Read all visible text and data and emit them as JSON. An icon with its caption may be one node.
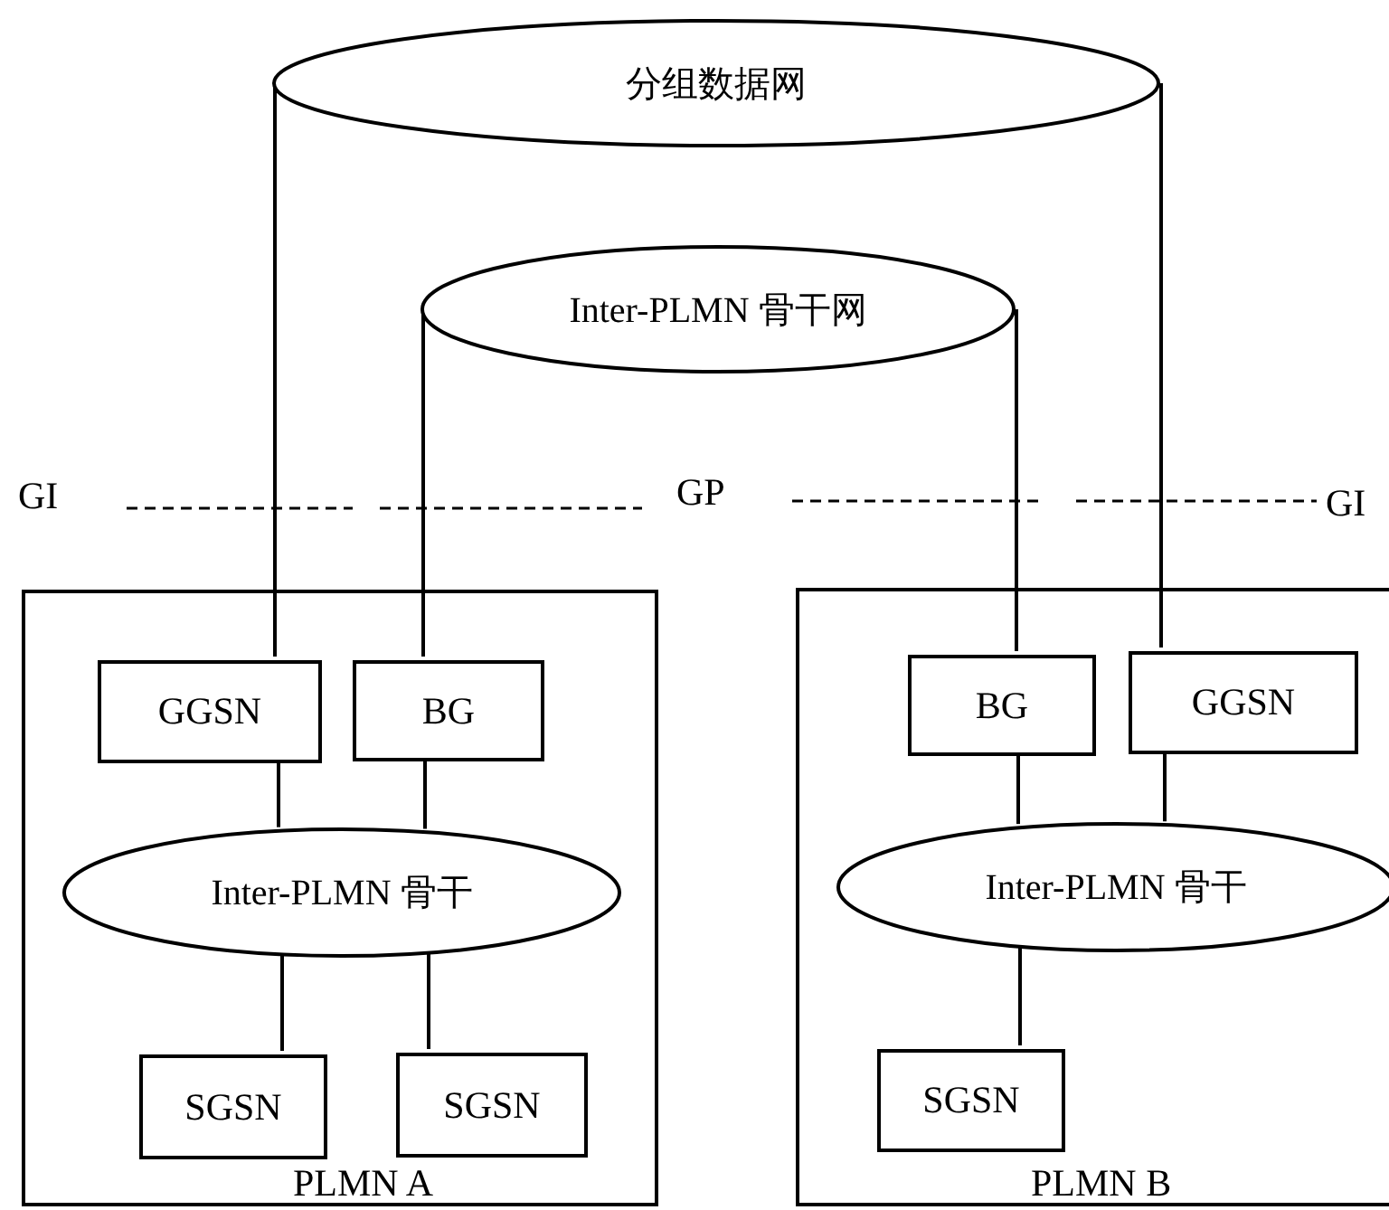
{
  "diagram": {
    "nodes": [
      {
        "text": [
          "分组数据网"
        ]
      },
      {
        "text": [
          "Inter-PLMN 骨干网"
        ]
      },
      {
        "text": [
          "PLMN A"
        ]
      },
      {
        "text": [
          "GGSN"
        ],
        "in": 2
      },
      {
        "text": [
          "BG"
        ],
        "in": 2
      },
      {
        "text": [
          "Inter-PLMN 骨干"
        ],
        "in": 2
      },
      {
        "text": [
          "SGSN"
        ],
        "in": 2
      },
      {
        "text": [
          "SGSN"
        ],
        "in": 2
      },
      {
        "text": [
          "PLMN B"
        ]
      },
      {
        "text": [
          "BG"
        ],
        "in": 8
      },
      {
        "text": [
          "GGSN"
        ],
        "in": 8
      },
      {
        "text": [
          "Inter-PLMN 骨干"
        ],
        "in": 8
      },
      {
        "text": [
          "SGSN"
        ],
        "in": 8
      }
    ],
    "edges": [
      {
        "from": 0,
        "to": 3,
        "arrow": "none"
      },
      {
        "from": 1,
        "to": 4,
        "arrow": "none"
      },
      {
        "from": 1,
        "to": 9,
        "arrow": "none"
      },
      {
        "from": 0,
        "to": 10,
        "arrow": "none"
      },
      {
        "from": 3,
        "to": 5,
        "arrow": "none"
      },
      {
        "from": 4,
        "to": 5,
        "arrow": "none"
      },
      {
        "from": 5,
        "to": 6,
        "arrow": "none"
      },
      {
        "from": 5,
        "to": 7,
        "arrow": "none"
      },
      {
        "from": 9,
        "to": 11,
        "arrow": "none"
      },
      {
        "from": 10,
        "to": 11,
        "arrow": "none"
      },
      {
        "from": 11,
        "to": 12,
        "arrow": "none"
      }
    ],
    "labels": [
      "GI",
      "GP",
      "GI"
    ]
  }
}
